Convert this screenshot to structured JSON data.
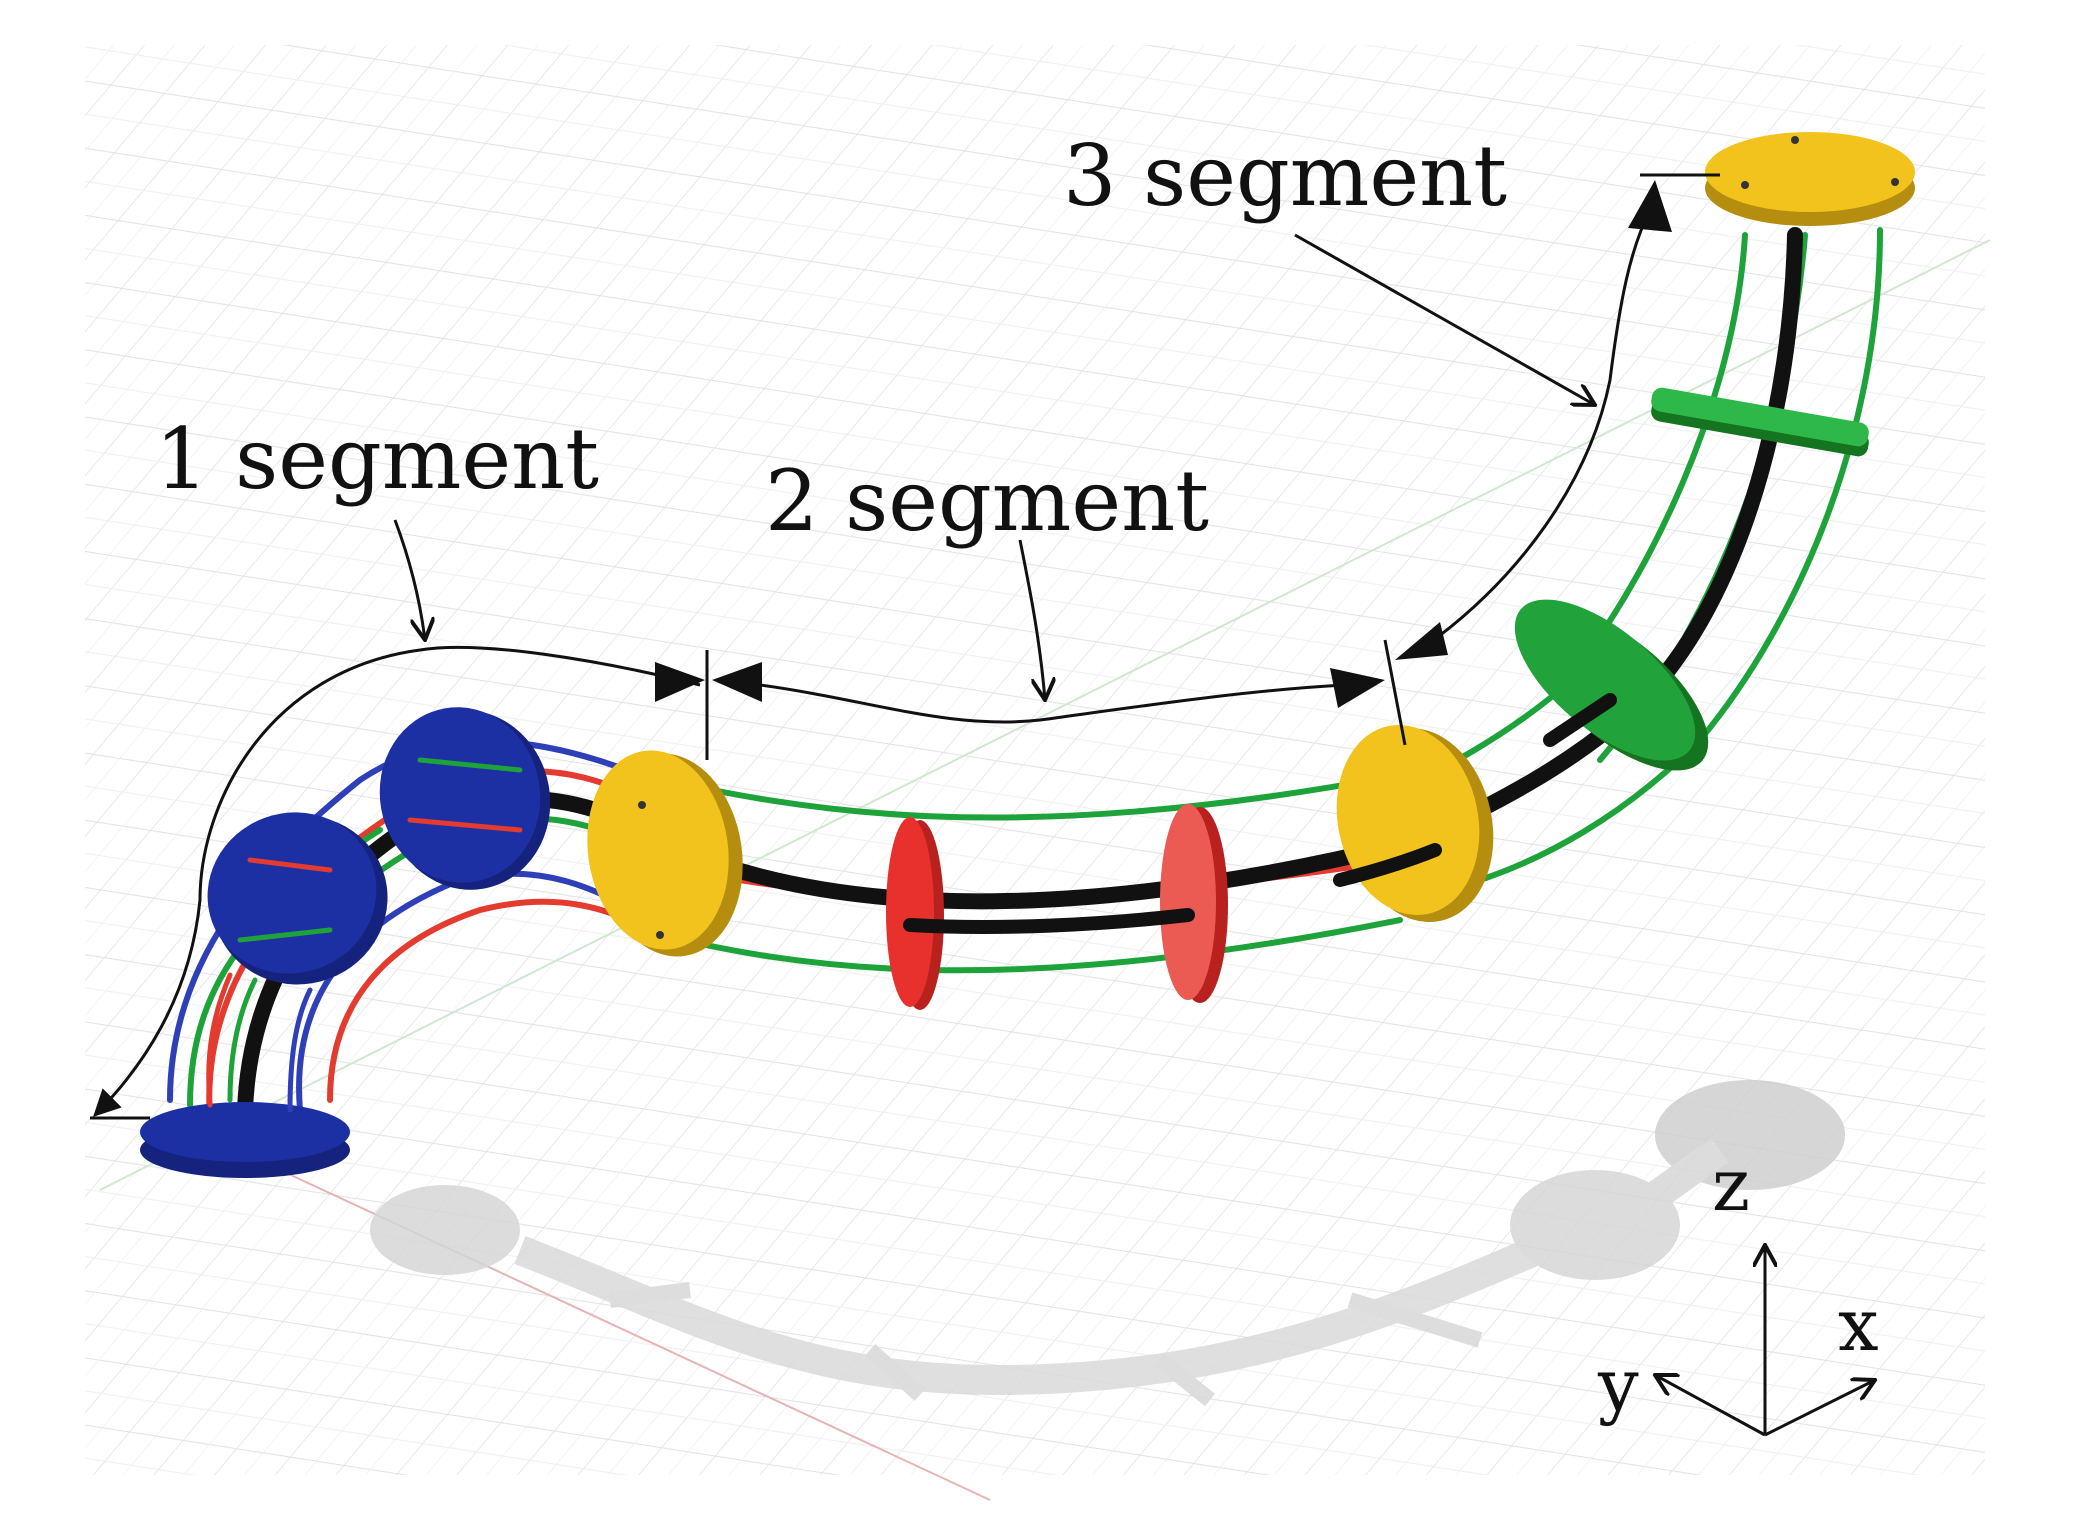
{
  "labels": {
    "segment1": "1 segment",
    "segment2": "2 segment",
    "segment3": "3 segment"
  },
  "axes": {
    "z": "z",
    "x": "x",
    "y": "y"
  },
  "colors": {
    "background": "#ffffff",
    "grid": "#e6e6e6",
    "segment1_disk": "#1c2fa3",
    "segment2_disk": "#e8302c",
    "segment3_disk": "#21a23b",
    "joint_disk": "#f2c21d",
    "backbone": "#111111",
    "cable_green": "#1ea23a",
    "cable_red": "#e33b2f",
    "cable_blue": "#2e3fb8",
    "shadow": "#cfcfcf",
    "annotation": "#111111"
  },
  "icons": [
    "arrow-head-icon",
    "axis-triad-icon"
  ]
}
